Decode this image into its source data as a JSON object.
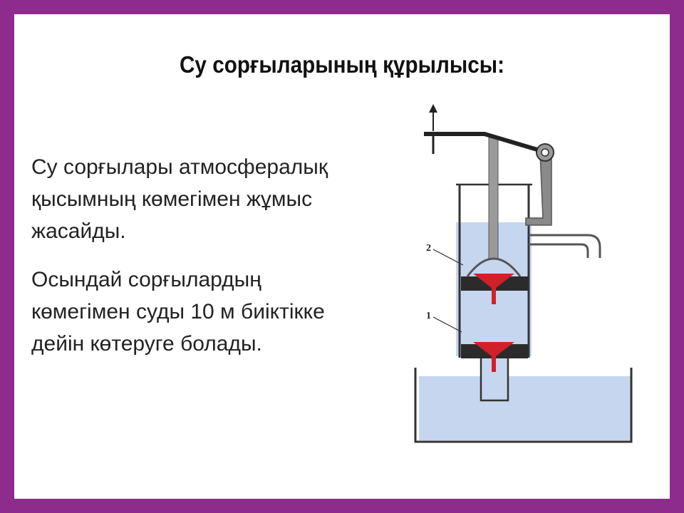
{
  "colors": {
    "frame": "#8e2c8e",
    "water": "#c7d6ef",
    "valve": "#d0202a",
    "piston": "#2b2b2b",
    "outline": "#333333",
    "handle": "#8a8a8a"
  },
  "slide": {
    "title": "Су сорғыларының құрылысы:",
    "paragraphs": [
      {
        "lines": [
          "Су сорғылары атмосфералық",
          "қысымның көмегімен жұмыс",
          "жасайды."
        ]
      },
      {
        "lines": [
          "Осындай сорғылардың",
          "көмегімен суды 10 м биіктікке",
          "дейін көтеруге болады."
        ]
      }
    ]
  },
  "diagram": {
    "labels": {
      "upper": "2",
      "lower": "1"
    }
  }
}
